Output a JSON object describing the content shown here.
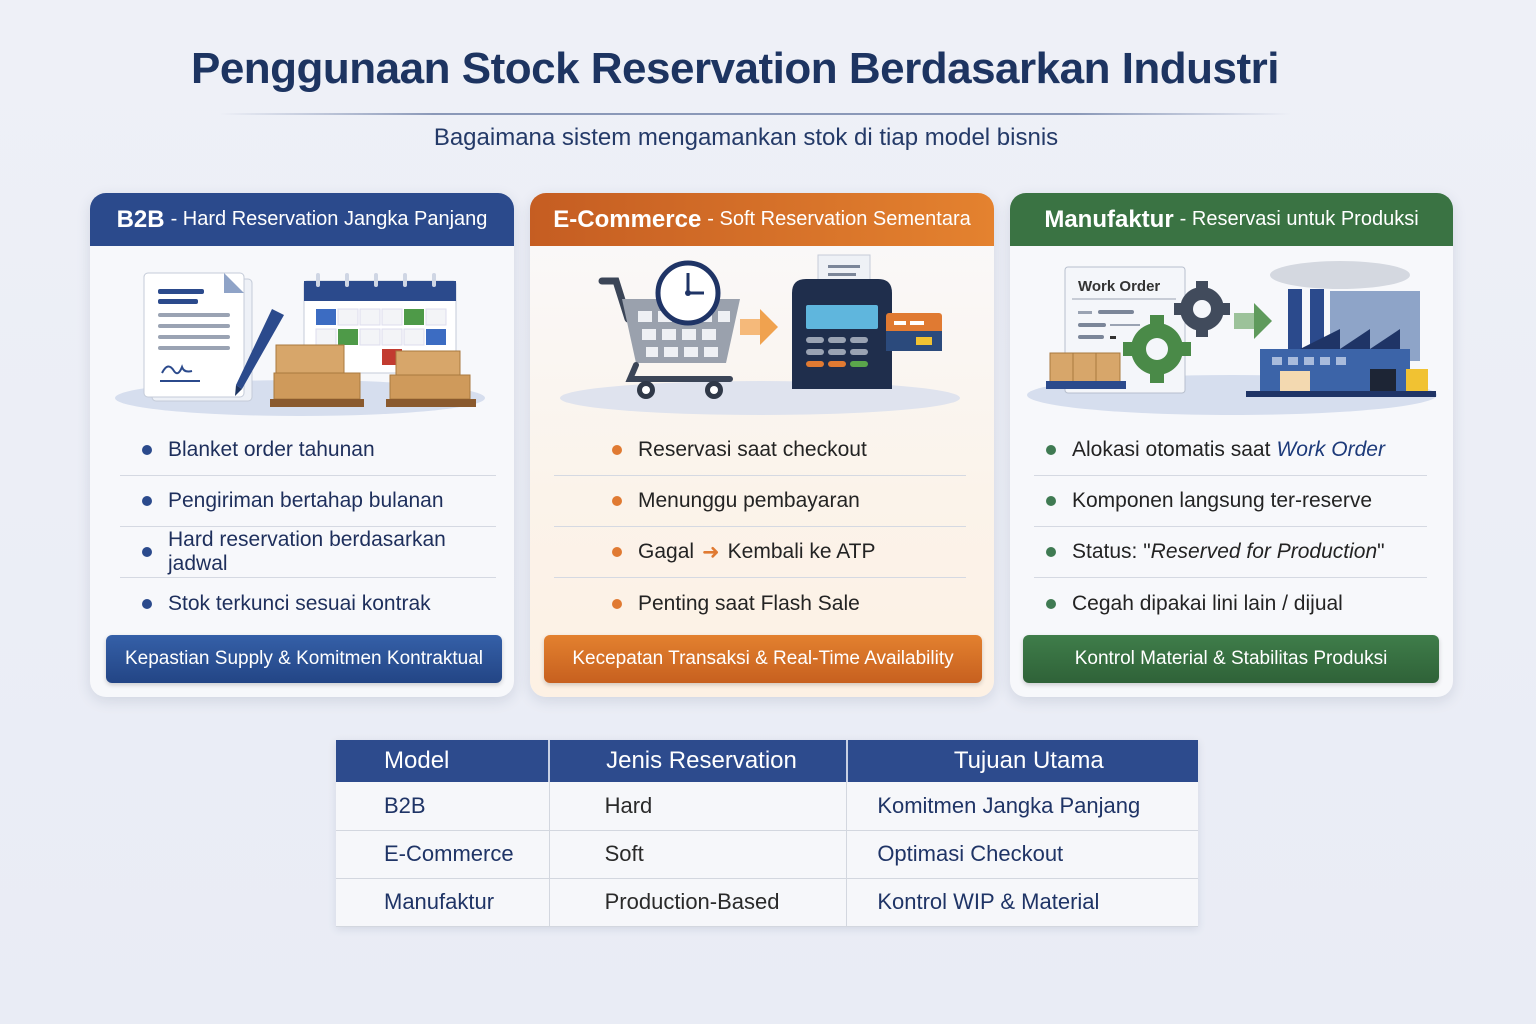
{
  "header": {
    "title": "Penggunaan Stock Reservation Berdasarkan Industri",
    "subtitle": "Bagaimana sistem mengamankan stok di tiap model bisnis"
  },
  "colors": {
    "b2b": "#2b4a8c",
    "ecommerce": "#e07a32",
    "manufaktur": "#3a7343",
    "title": "#1d3461"
  },
  "cards": [
    {
      "id": "b2b",
      "title_main": "B2B",
      "title_sub": "- Hard Reservation Jangka Panjang",
      "illustration": [
        "contract-document-icon",
        "pen-icon",
        "calendar-icon",
        "boxes-on-pallet-icon"
      ],
      "items": [
        "Blanket order tahunan",
        "Pengiriman bertahap bulanan",
        "Hard reservation berdasarkan jadwal",
        "Stok terkunci sesuai kontrak"
      ],
      "footer": "Kepastian Supply & Komitmen Kontraktual"
    },
    {
      "id": "ecommerce",
      "title_main": "E-Commerce",
      "title_sub": "- Soft Reservation Sementara",
      "illustration": [
        "shopping-cart-icon",
        "clock-icon",
        "arrow-right-icon",
        "payment-terminal-icon",
        "credit-card-icon"
      ],
      "items": [
        "Reservasi saat checkout",
        "Menunggu pembayaran",
        {
          "before": "Gagal",
          "arrow": "➜",
          "after": "Kembali ke ATP"
        },
        "Penting saat Flash Sale"
      ],
      "footer": "Kecepatan Transaksi & Real-Time Availability"
    },
    {
      "id": "manufaktur",
      "title_main": "Manufaktur",
      "title_sub": "- Reservasi untuk Produksi",
      "illustration_label": "Work Order",
      "illustration": [
        "work-order-document-icon",
        "gear-icon",
        "boxes-icon",
        "arrow-right-icon",
        "factory-icon"
      ],
      "items": [
        {
          "text": "Alokasi otomatis saat",
          "highlight": "Work Order"
        },
        "Komponen langsung ter-reserve",
        {
          "prefix": "Status: \"",
          "italic": "Reserved for Production",
          "suffix": "\""
        },
        "Cegah dipakai lini lain / dijual"
      ],
      "footer": "Kontrol Material & Stabilitas Produksi"
    }
  ],
  "table": {
    "headers": [
      "Model",
      "Jenis Reservation",
      "Tujuan Utama"
    ],
    "rows": [
      [
        "B2B",
        "Hard",
        "Komitmen Jangka Panjang"
      ],
      [
        "E-Commerce",
        "Soft",
        "Optimasi Checkout"
      ],
      [
        "Manufaktur",
        "Production-Based",
        "Kontrol WIP & Material"
      ]
    ]
  }
}
